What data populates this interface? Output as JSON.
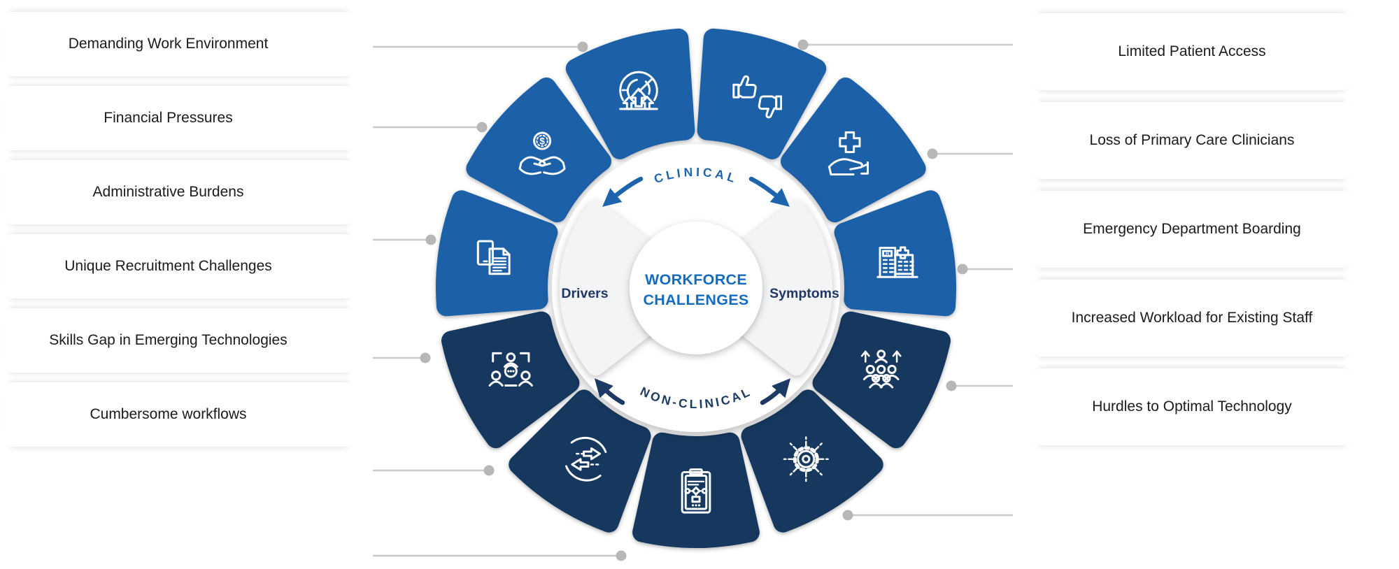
{
  "center": {
    "title_line1": "WORKFORCE",
    "title_line2": "CHALLENGES",
    "left_label": "Drivers",
    "right_label": "Symptoms",
    "top_arc_label": "CLINICAL",
    "bottom_arc_label": "NON-CLINICAL"
  },
  "drivers": {
    "side": "left",
    "items": [
      {
        "label": "Demanding Work Environment",
        "icon": "gauge-growth",
        "category": "clinical"
      },
      {
        "label": "Financial Pressures",
        "icon": "money-hands",
        "category": "clinical"
      },
      {
        "label": "Administrative Burdens",
        "icon": "documents-copy",
        "category": "clinical"
      },
      {
        "label": "Unique Recruitment Challenges",
        "icon": "team-recruitment",
        "category": "non-clinical"
      },
      {
        "label": "Skills Gap in Emerging Technologies",
        "icon": "exchange-arrows",
        "category": "non-clinical"
      },
      {
        "label": "Cumbersome workflows",
        "icon": "clipboard-flowchart",
        "category": "non-clinical"
      }
    ]
  },
  "symptoms": {
    "side": "right",
    "items": [
      {
        "label": "Limited Patient Access",
        "icon": "thumbs-up-down",
        "category": "clinical"
      },
      {
        "label": "Loss of Primary Care Clinicians",
        "icon": "hand-medical-cross",
        "category": "clinical"
      },
      {
        "label": "Emergency Department Boarding",
        "icon": "hospital-building",
        "category": "clinical"
      },
      {
        "label": "Increased Workload for Existing Staff",
        "icon": "staff-increase",
        "category": "non-clinical"
      },
      {
        "label": "Hurdles to Optimal Technology",
        "icon": "gear-network",
        "category": "non-clinical"
      }
    ]
  },
  "colors": {
    "clinical_segment": "#1C60A8",
    "nonclinical_segment": "#15395E",
    "arc_top": "#1E64AD",
    "arc_bottom": "#1C3A63",
    "center_title": "#146CC0",
    "side_label": "#1F3864",
    "item_text": "#1B1B1B",
    "connector_line": "#CACACA",
    "connector_dot": "#B7B7B7",
    "wedge_fill": "#F3F4F6",
    "icon_stroke": "#FFFFFF"
  }
}
